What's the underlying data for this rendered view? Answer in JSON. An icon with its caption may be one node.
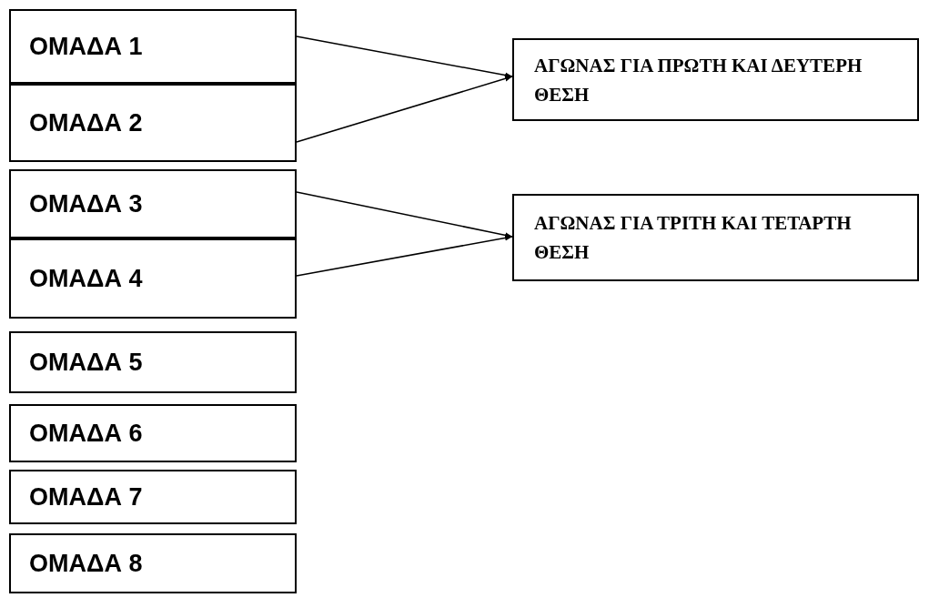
{
  "diagram": {
    "nodes": [
      {
        "text": [
          "ΟΜΑΔΑ 1"
        ]
      },
      {
        "text": [
          "ΟΜΑΔΑ 2"
        ]
      },
      {
        "text": [
          "ΟΜΑΔΑ 3"
        ]
      },
      {
        "text": [
          "ΟΜΑΔΑ 4"
        ]
      },
      {
        "text": [
          "ΟΜΑΔΑ 5"
        ]
      },
      {
        "text": [
          "ΟΜΑΔΑ 6"
        ]
      },
      {
        "text": [
          "ΟΜΑΔΑ 7"
        ]
      },
      {
        "text": [
          "ΟΜΑΔΑ 8"
        ]
      },
      {
        "text": [
          "ΑΓΩΝΑΣ ΓΙΑ ΠΡΩΤΗ ΚΑΙ ΔΕΥΤΕΡΗ ΘΕΣΗ"
        ]
      },
      {
        "text": [
          "ΑΓΩΝΑΣ ΓΙΑ ΤΡΙΤΗ ΚΑΙ ΤΕΤΑΡΤΗ ΘΕΣΗ"
        ]
      }
    ],
    "edges": [
      {
        "from": 0,
        "to": 8,
        "arrow": "to"
      },
      {
        "from": 1,
        "to": 8,
        "arrow": "to"
      },
      {
        "from": 2,
        "to": 9,
        "arrow": "to"
      },
      {
        "from": 3,
        "to": 9,
        "arrow": "to"
      }
    ]
  }
}
